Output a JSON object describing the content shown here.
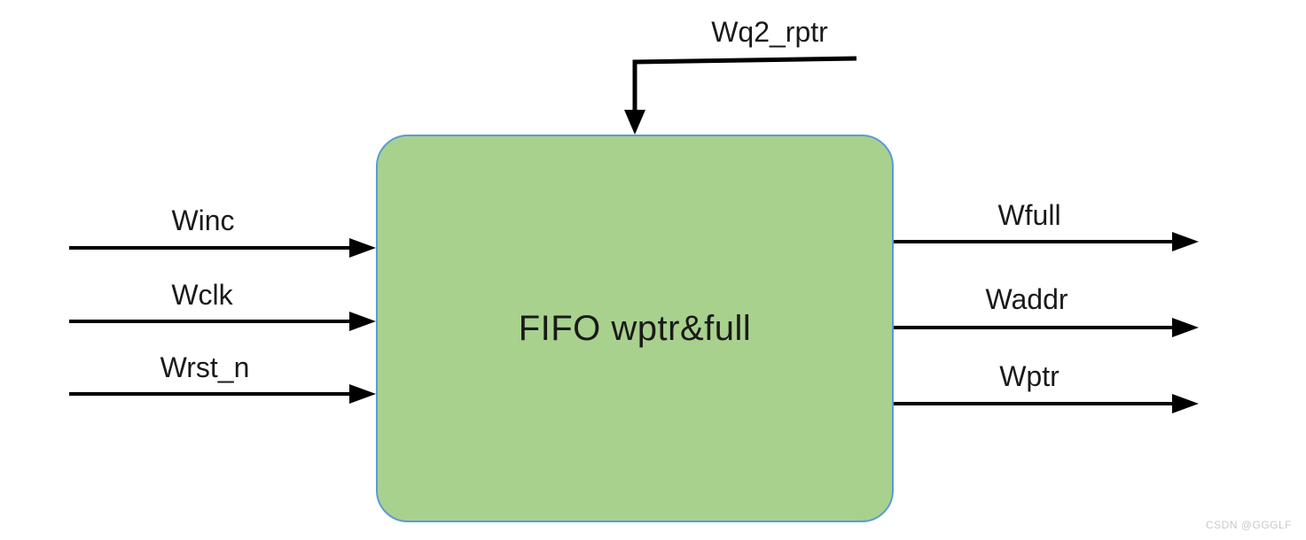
{
  "diagram": {
    "block": {
      "title": "FIFO wptr&full",
      "fill_color": "#a9d18e",
      "border_color": "#5b9bd5"
    },
    "top_input": {
      "label": "Wq2_rptr"
    },
    "left_inputs": [
      {
        "label": "Winc"
      },
      {
        "label": "Wclk"
      },
      {
        "label": "Wrst_n"
      }
    ],
    "right_outputs": [
      {
        "label": "Wfull"
      },
      {
        "label": "Waddr"
      },
      {
        "label": "Wptr"
      }
    ],
    "arrow_color": "#000000"
  },
  "watermark": {
    "text": "CSDN @GGGLF"
  }
}
